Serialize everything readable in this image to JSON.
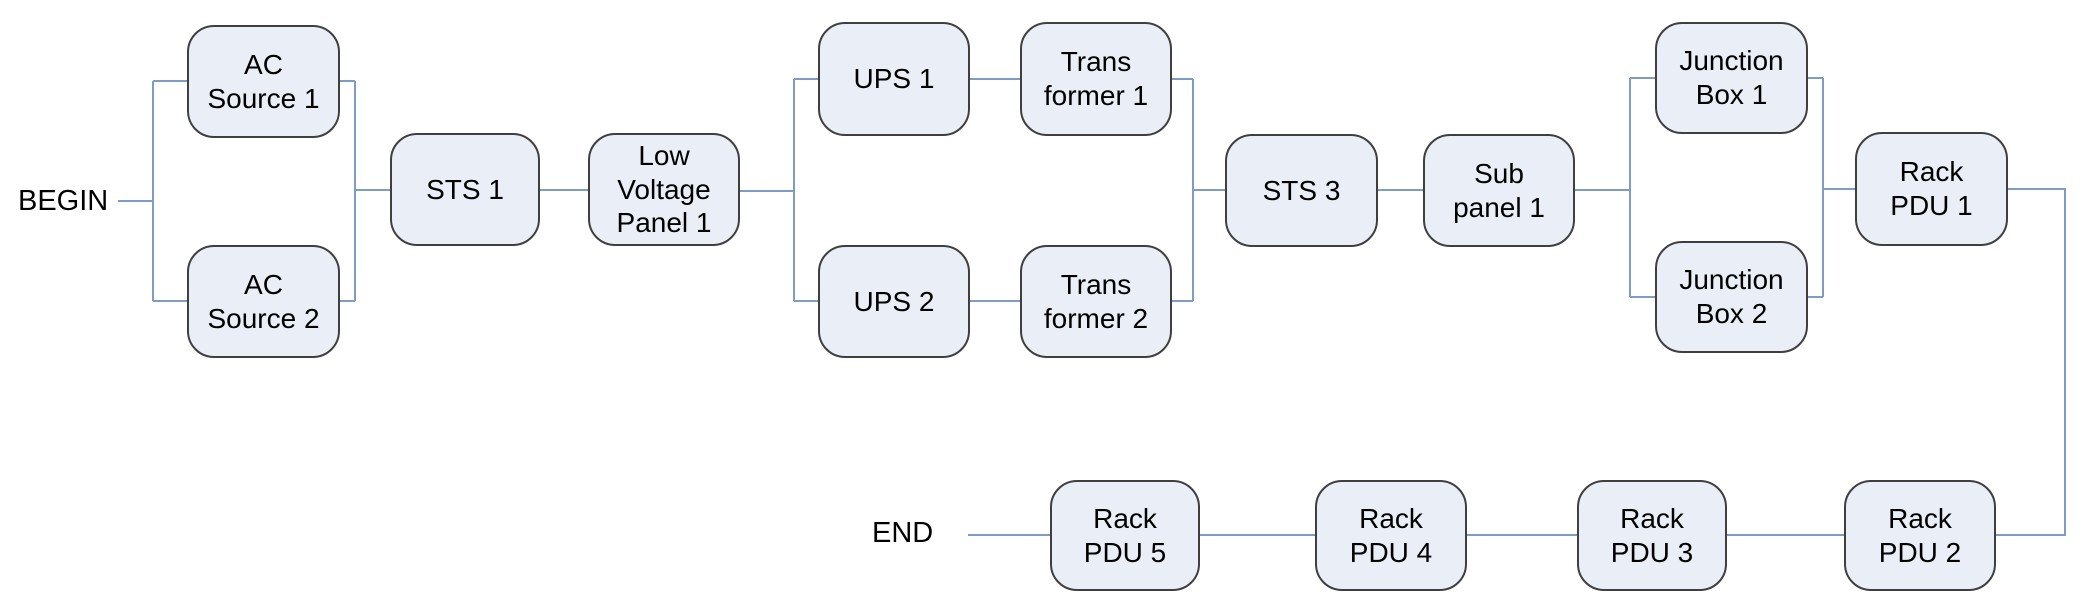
{
  "diagram": {
    "type": "power-path-flow-diagram",
    "terminals": {
      "begin": "BEGIN",
      "end": "END"
    },
    "nodes": {
      "ac_source_1": "AC\nSource 1",
      "ac_source_2": "AC\nSource 2",
      "sts_1": "STS 1",
      "low_voltage_panel_1": "Low\nVoltage\nPanel 1",
      "ups_1": "UPS 1",
      "ups_2": "UPS 2",
      "transformer_1": "Trans\nformer 1",
      "transformer_2": "Trans\nformer 2",
      "sts_3": "STS 3",
      "sub_panel_1": "Sub\npanel 1",
      "junction_box_1": "Junction\nBox 1",
      "junction_box_2": "Junction\nBox 2",
      "rack_pdu_1": "Rack\nPDU 1",
      "rack_pdu_2": "Rack\nPDU 2",
      "rack_pdu_3": "Rack\nPDU 3",
      "rack_pdu_4": "Rack\nPDU 4",
      "rack_pdu_5": "Rack\nPDU 5"
    },
    "edges": [
      [
        "BEGIN",
        "AC Source 1"
      ],
      [
        "BEGIN",
        "AC Source 2"
      ],
      [
        "AC Source 1",
        "STS 1"
      ],
      [
        "AC Source 2",
        "STS 1"
      ],
      [
        "STS 1",
        "Low Voltage Panel 1"
      ],
      [
        "Low Voltage Panel 1",
        "UPS 1"
      ],
      [
        "Low Voltage Panel 1",
        "UPS 2"
      ],
      [
        "UPS 1",
        "Trans former 1"
      ],
      [
        "UPS 2",
        "Trans former 2"
      ],
      [
        "Trans former 1",
        "STS 3"
      ],
      [
        "Trans former 2",
        "STS 3"
      ],
      [
        "STS 3",
        "Sub panel 1"
      ],
      [
        "Sub panel 1",
        "Junction Box 1"
      ],
      [
        "Sub panel 1",
        "Junction Box 2"
      ],
      [
        "Junction Box 1",
        "Rack PDU 1"
      ],
      [
        "Junction Box 2",
        "Rack PDU 1"
      ],
      [
        "Rack PDU 1",
        "Rack PDU 2"
      ],
      [
        "Rack PDU 2",
        "Rack PDU 3"
      ],
      [
        "Rack PDU 3",
        "Rack PDU 4"
      ],
      [
        "Rack PDU 4",
        "Rack PDU 5"
      ],
      [
        "Rack PDU 5",
        "END"
      ]
    ],
    "colors": {
      "node_fill": "#e9eef7",
      "node_border": "#3f3f3f",
      "connector": "#7f9cc4",
      "text": "#000000",
      "background": "#ffffff"
    }
  }
}
